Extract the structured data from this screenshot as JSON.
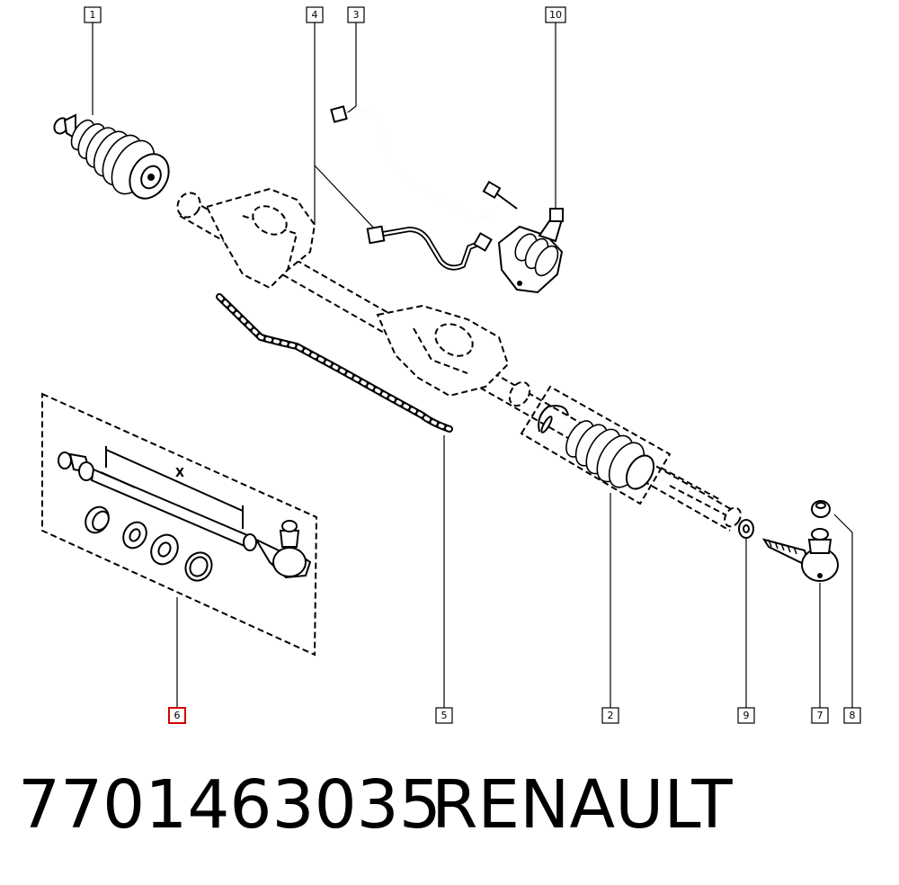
{
  "diagram": {
    "callouts": [
      "1",
      "4",
      "3",
      "10",
      "6",
      "5",
      "2",
      "9",
      "7",
      "8"
    ],
    "dimension_label": "X",
    "highlight_color": "#d40000"
  },
  "footer": {
    "part_number": "7701463035",
    "brand": "RENAULT"
  }
}
